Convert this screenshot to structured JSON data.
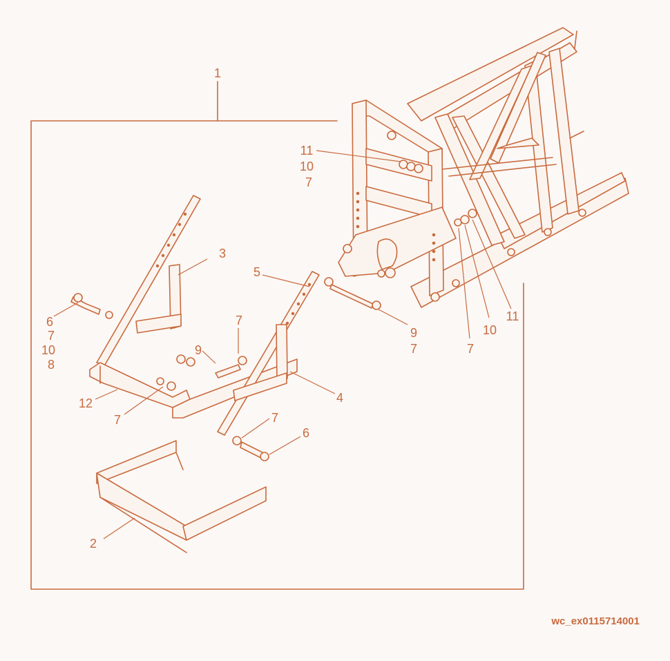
{
  "figure_code": "wc_ex0115714001",
  "callouts": {
    "c1": "1",
    "c11a": "11",
    "c10a": "10",
    "c7a": "7",
    "c3": "3",
    "c5": "5",
    "c6a": "6",
    "c7b": "7",
    "c10b": "10",
    "c8": "8",
    "c7c": "7",
    "c9a": "9",
    "c9b": "9",
    "c7d": "7",
    "c7e": "7",
    "c10c": "10",
    "c11b": "11",
    "c12": "12",
    "c7f": "7",
    "c4": "4",
    "c7g": "7",
    "c6b": "6",
    "c2": "2"
  },
  "colors": {
    "line": "#c96a3e",
    "background": "#fbf8f6"
  },
  "icons": [
    "exploded-parts-diagram"
  ]
}
